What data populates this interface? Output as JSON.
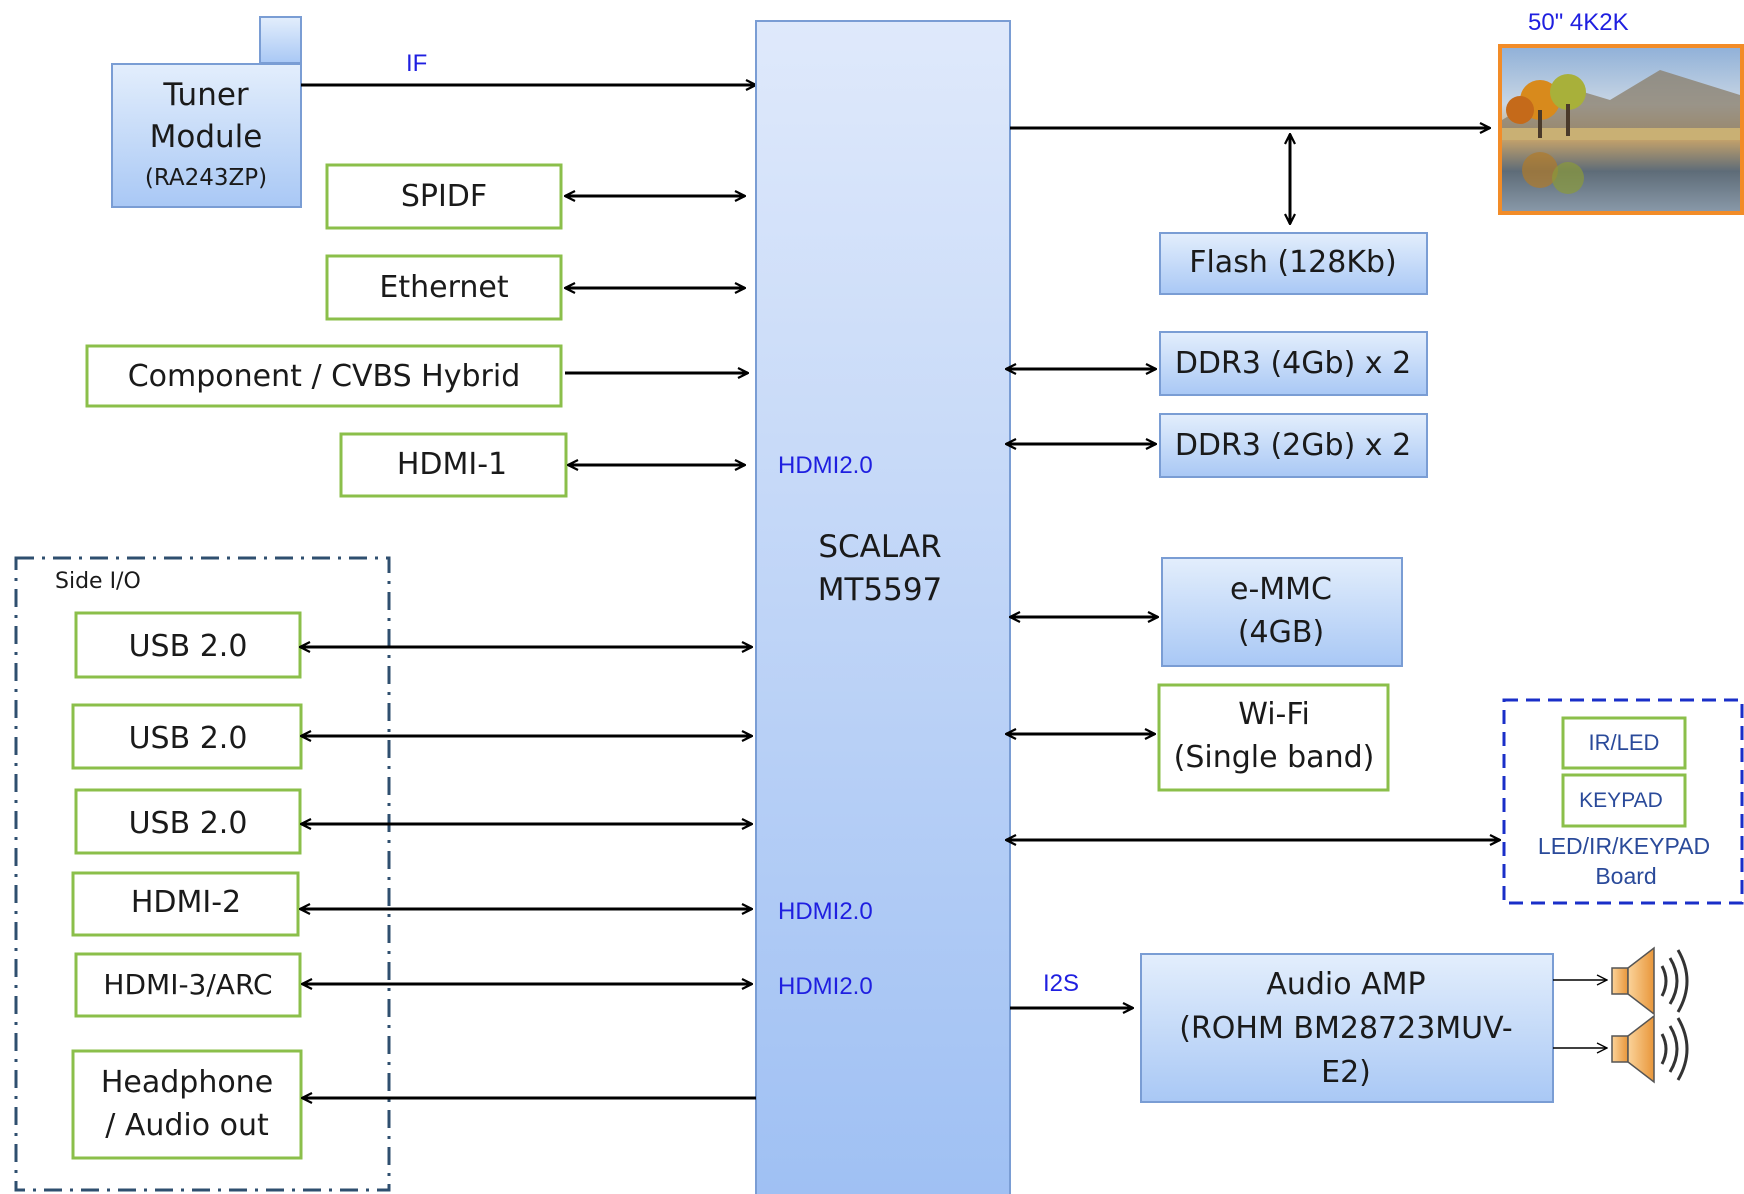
{
  "tuner": {
    "line1": "Tuner",
    "line2": "Module",
    "line3": "(RA243ZP)",
    "signal": "IF"
  },
  "scalar": {
    "line1": "SCALAR",
    "line2": "MT5597"
  },
  "hdmi_labels": {
    "hdmi1": "HDMI2.0",
    "hdmi2": "HDMI2.0",
    "hdmi3": "HDMI2.0"
  },
  "left_boxes": {
    "spidf": "SPIDF",
    "ethernet": "Ethernet",
    "component": "Component / CVBS Hybrid",
    "hdmi1": "HDMI-1"
  },
  "side_io": {
    "title": "Side I/O",
    "usb1": "USB 2.0",
    "usb2": "USB 2.0",
    "usb3": "USB 2.0",
    "hdmi2": "HDMI-2",
    "hdmi3": "HDMI-3/ARC",
    "headphone_line1": "Headphone",
    "headphone_line2": "/ Audio out"
  },
  "display": {
    "label": "50\"  4K2K"
  },
  "right_boxes": {
    "flash": "Flash (128Kb)",
    "ddr3_4": "DDR3 (4Gb) x 2",
    "ddr3_2": "DDR3 (2Gb) x 2",
    "emmc_line1": "e-MMC",
    "emmc_line2": "(4GB)",
    "wifi_line1": "Wi-Fi",
    "wifi_line2": "(Single band)"
  },
  "keypad_board": {
    "ir_led": "IR/LED",
    "keypad": "KEYPAD",
    "line1": "LED/IR/KEYPAD",
    "line2": "Board"
  },
  "audio": {
    "signal": "I2S",
    "line1": "Audio  AMP",
    "line2": "(ROHM BM28723MUV-",
    "line3": "E2)"
  },
  "colors": {
    "blue_box_top": "#e3eefc",
    "blue_box_bottom": "#a9c8f5",
    "blue_box_border": "#7a9dd4",
    "green_border": "#8bbf4a",
    "display_border": "#f28c28",
    "label_blue": "#1f1fe0",
    "speaker_fill": "#f6b26b"
  }
}
